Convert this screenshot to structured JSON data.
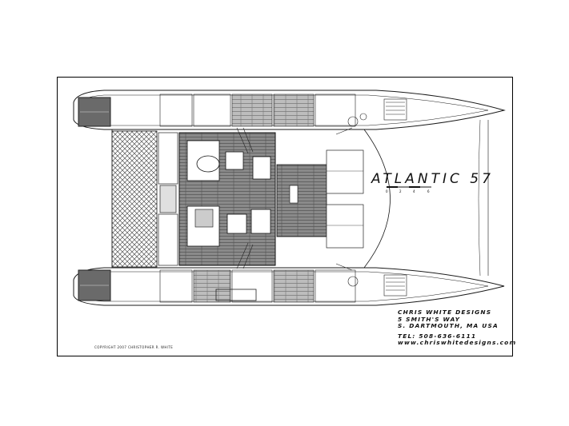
{
  "drawing": {
    "title": "ATLANTIC 57",
    "scale_marks": [
      "0",
      "2",
      "4",
      "6"
    ]
  },
  "designer": {
    "name": "CHRIS WHITE DESIGNS",
    "street": "5 SMITH'S WAY",
    "city": "S. DARTMOUTH, MA USA",
    "phone": "TEL: 508-636-6111",
    "website": "www.chriswhitedesigns.com"
  },
  "copyright": "COPYRIGHT 2007   CHRISTOPHER R. WHITE",
  "colors": {
    "line": "#1a1a1a",
    "deck_planking": "#6e6e6e",
    "trampoline_mesh": "#555555",
    "paper": "#ffffff"
  }
}
